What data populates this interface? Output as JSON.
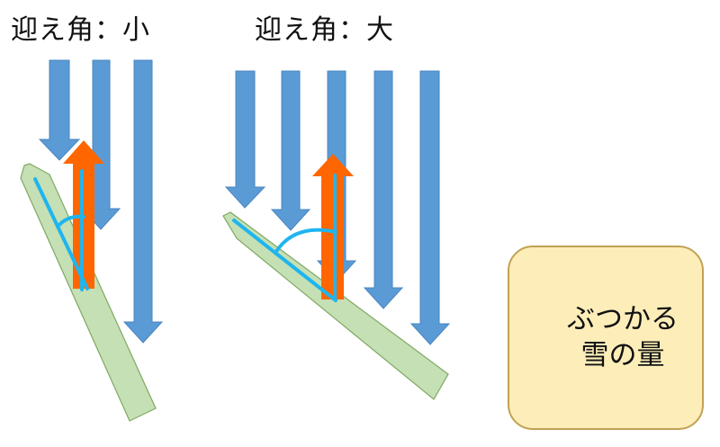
{
  "titles": {
    "small": "迎え角：小",
    "large": "迎え角：大"
  },
  "legend": {
    "line1": "ぶつかる",
    "line2": "雪の量",
    "arrow_icon": "down-arrow-icon"
  },
  "colors": {
    "snow_arrow": "#5b9bd5",
    "lift_arrow": "#ff6600",
    "blade_fill": "#c5e0b4",
    "blade_stroke": "#7fa862",
    "angle_line": "#1fb5ef",
    "legend_fill": "#fdeeb9",
    "legend_stroke": "#c2a153"
  }
}
